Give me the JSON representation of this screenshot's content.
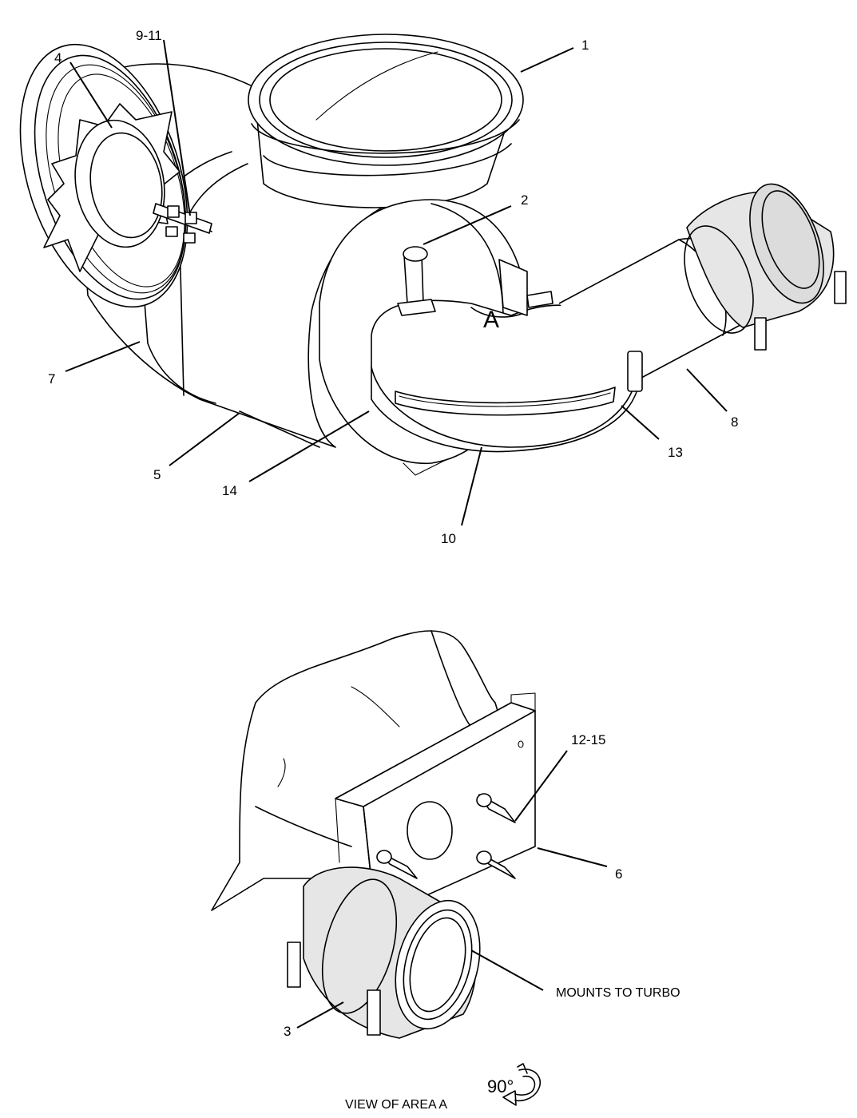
{
  "callouts": {
    "c1": "1",
    "c2": "2",
    "c3": "3",
    "c4": "4",
    "c5": "5",
    "c6": "6",
    "c7": "7",
    "c8": "8",
    "c9_11": "9-11",
    "c10": "10",
    "c12_15": "12-15",
    "c13": "13",
    "c14": "14"
  },
  "area_marker": "A",
  "notes": {
    "mounts": "MOUNTS TO TURBO",
    "view_title": "VIEW OF AREA  A",
    "rotation": "90°"
  },
  "icons": {
    "rotation": "rotate-arrow-icon"
  }
}
